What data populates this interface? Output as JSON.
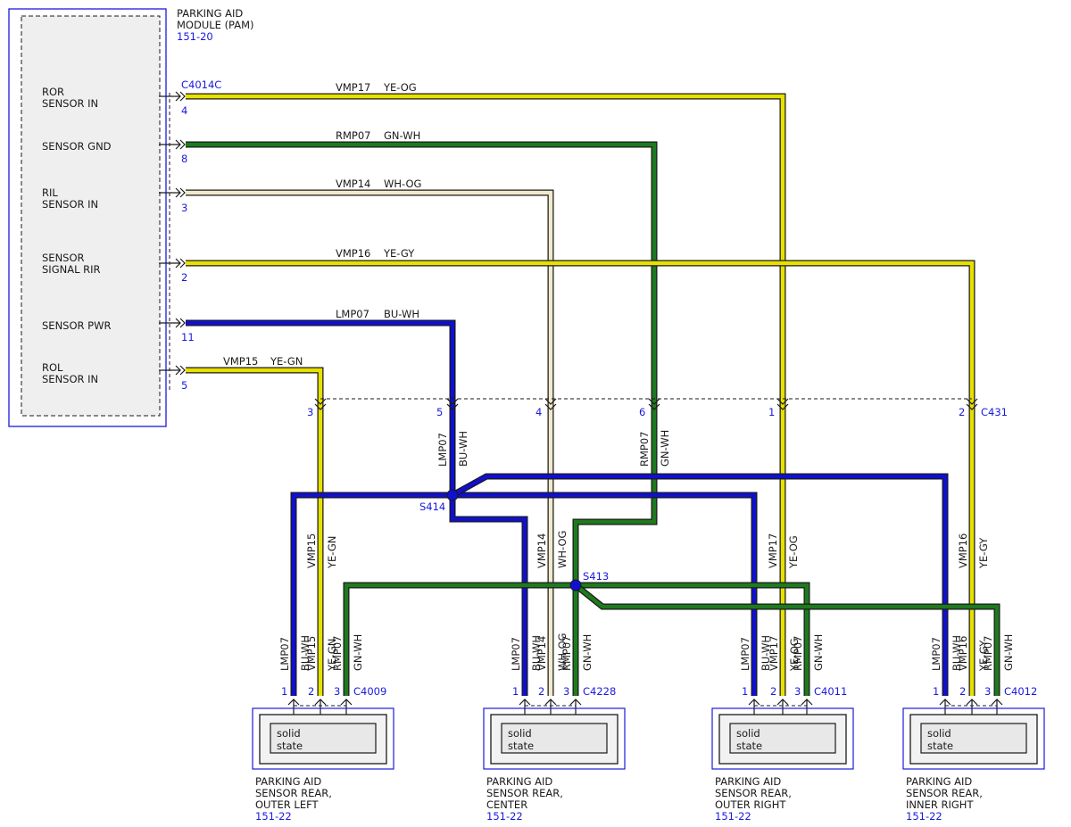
{
  "module": {
    "name_lines": [
      "PARKING AID",
      "MODULE (PAM)"
    ],
    "ref": "151-20",
    "connector": "C4014C",
    "pins": [
      {
        "lines": [
          "ROR",
          "SENSOR IN"
        ],
        "pin": "4"
      },
      {
        "lines": [
          "SENSOR GND"
        ],
        "pin": "8"
      },
      {
        "lines": [
          "RIL",
          "SENSOR IN"
        ],
        "pin": "3"
      },
      {
        "lines": [
          "SENSOR",
          "SIGNAL RIR"
        ],
        "pin": "2"
      },
      {
        "lines": [
          "SENSOR PWR"
        ],
        "pin": "11"
      },
      {
        "lines": [
          "ROL",
          "SENSOR IN"
        ],
        "pin": "5"
      }
    ]
  },
  "circuits": [
    {
      "circuit": "VMP17",
      "color": "YE-OG",
      "module_pin": "4",
      "c431_pin": "1"
    },
    {
      "circuit": "RMP07",
      "color": "GN-WH",
      "module_pin": "8",
      "c431_pin": "6"
    },
    {
      "circuit": "VMP14",
      "color": "WH-OG",
      "module_pin": "3",
      "c431_pin": "4"
    },
    {
      "circuit": "VMP16",
      "color": "YE-GY",
      "module_pin": "2",
      "c431_pin": "2"
    },
    {
      "circuit": "LMP07",
      "color": "BU-WH",
      "module_pin": "11",
      "c431_pin": "5"
    },
    {
      "circuit": "VMP15",
      "color": "YE-GN",
      "module_pin": "5",
      "c431_pin": "3"
    }
  ],
  "inline_connector": "C431",
  "splices": [
    "S414",
    "S413"
  ],
  "wire_colors": {
    "yellow": "#e8e000",
    "green": "#1e7a1e",
    "blue": "#1010d0",
    "tan": "#d8c8a0",
    "label_blue": "#1a1adc"
  },
  "sensors": [
    {
      "connector": "C4009",
      "name_lines": [
        "PARKING AID",
        "SENSOR REAR,",
        "OUTER LEFT"
      ],
      "ref": "151-22",
      "state_lines": [
        "solid",
        "state"
      ],
      "pins": [
        {
          "pin": "1",
          "circuit": "LMP07",
          "color": "BU-WH"
        },
        {
          "pin": "2",
          "circuit": "VMP15",
          "color": "YE-GN"
        },
        {
          "pin": "3",
          "circuit": "RMP07",
          "color": "GN-WH"
        }
      ]
    },
    {
      "connector": "C4228",
      "name_lines": [
        "PARKING AID",
        "SENSOR REAR,",
        "CENTER"
      ],
      "ref": "151-22",
      "state_lines": [
        "solid",
        "state"
      ],
      "pins": [
        {
          "pin": "1",
          "circuit": "LMP07",
          "color": "BU-WH"
        },
        {
          "pin": "2",
          "circuit": "VMP14",
          "color": "WH-OG"
        },
        {
          "pin": "3",
          "circuit": "RMP07",
          "color": "GN-WH"
        }
      ]
    },
    {
      "connector": "C4011",
      "name_lines": [
        "PARKING AID",
        "SENSOR REAR,",
        "OUTER RIGHT"
      ],
      "ref": "151-22",
      "state_lines": [
        "solid",
        "state"
      ],
      "pins": [
        {
          "pin": "1",
          "circuit": "LMP07",
          "color": "BU-WH"
        },
        {
          "pin": "2",
          "circuit": "VMP17",
          "color": "YE-OG"
        },
        {
          "pin": "3",
          "circuit": "RMP07",
          "color": "GN-WH"
        }
      ]
    },
    {
      "connector": "C4012",
      "name_lines": [
        "PARKING AID",
        "SENSOR REAR,",
        "INNER RIGHT"
      ],
      "ref": "151-22",
      "state_lines": [
        "solid",
        "state"
      ],
      "pins": [
        {
          "pin": "1",
          "circuit": "LMP07",
          "color": "BU-WH"
        },
        {
          "pin": "2",
          "circuit": "VMP16",
          "color": "YE-GY"
        },
        {
          "pin": "3",
          "circuit": "RMP07",
          "color": "GN-WH"
        }
      ]
    }
  ]
}
